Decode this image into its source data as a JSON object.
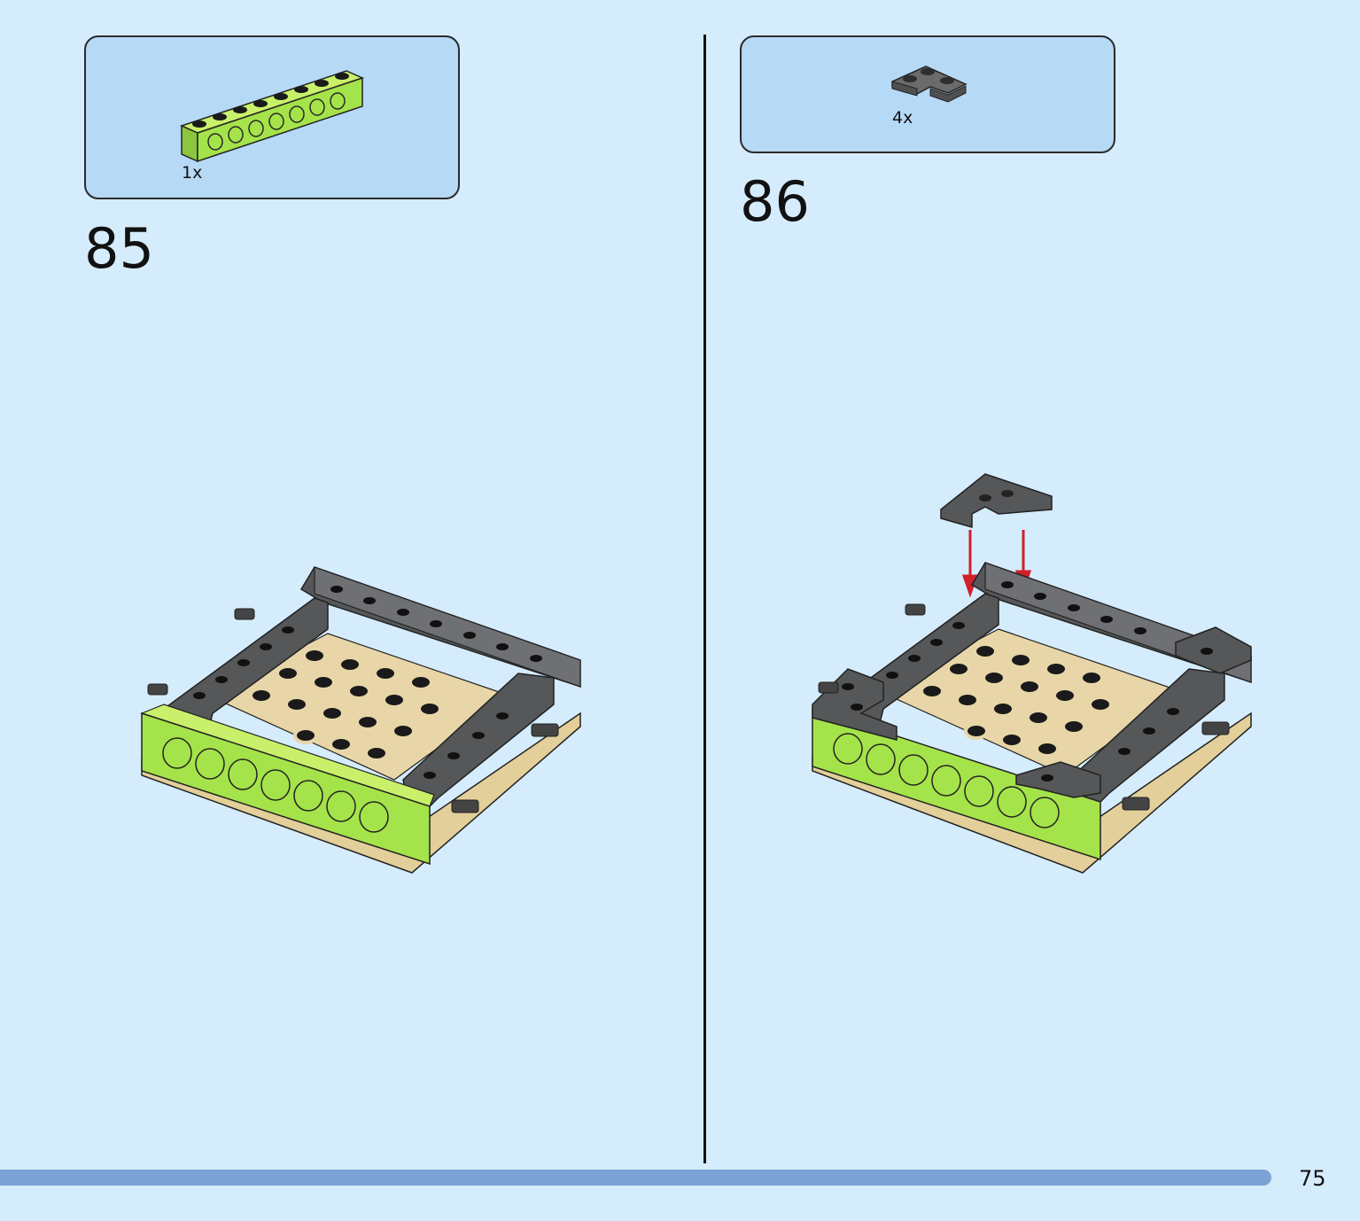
{
  "steps": [
    {
      "number": "85",
      "parts": [
        {
          "name": "lime-technic-brick-1x8-icon",
          "quantity": "1x",
          "color": "#a5e34a"
        }
      ]
    },
    {
      "number": "86",
      "parts": [
        {
          "name": "dark-gray-corner-plate-2x2-icon",
          "quantity": "4x",
          "color": "#6b6b6b"
        }
      ]
    }
  ],
  "page": {
    "number": "75"
  },
  "colors": {
    "background": "#d5ecfc",
    "parts_box": "#b6d9f6",
    "lime": "#a5e34a",
    "dark_gray": "#555759",
    "tan": "#e3cf9a",
    "arrow_red": "#d0202a",
    "progress_bar": "#7da3d6"
  }
}
